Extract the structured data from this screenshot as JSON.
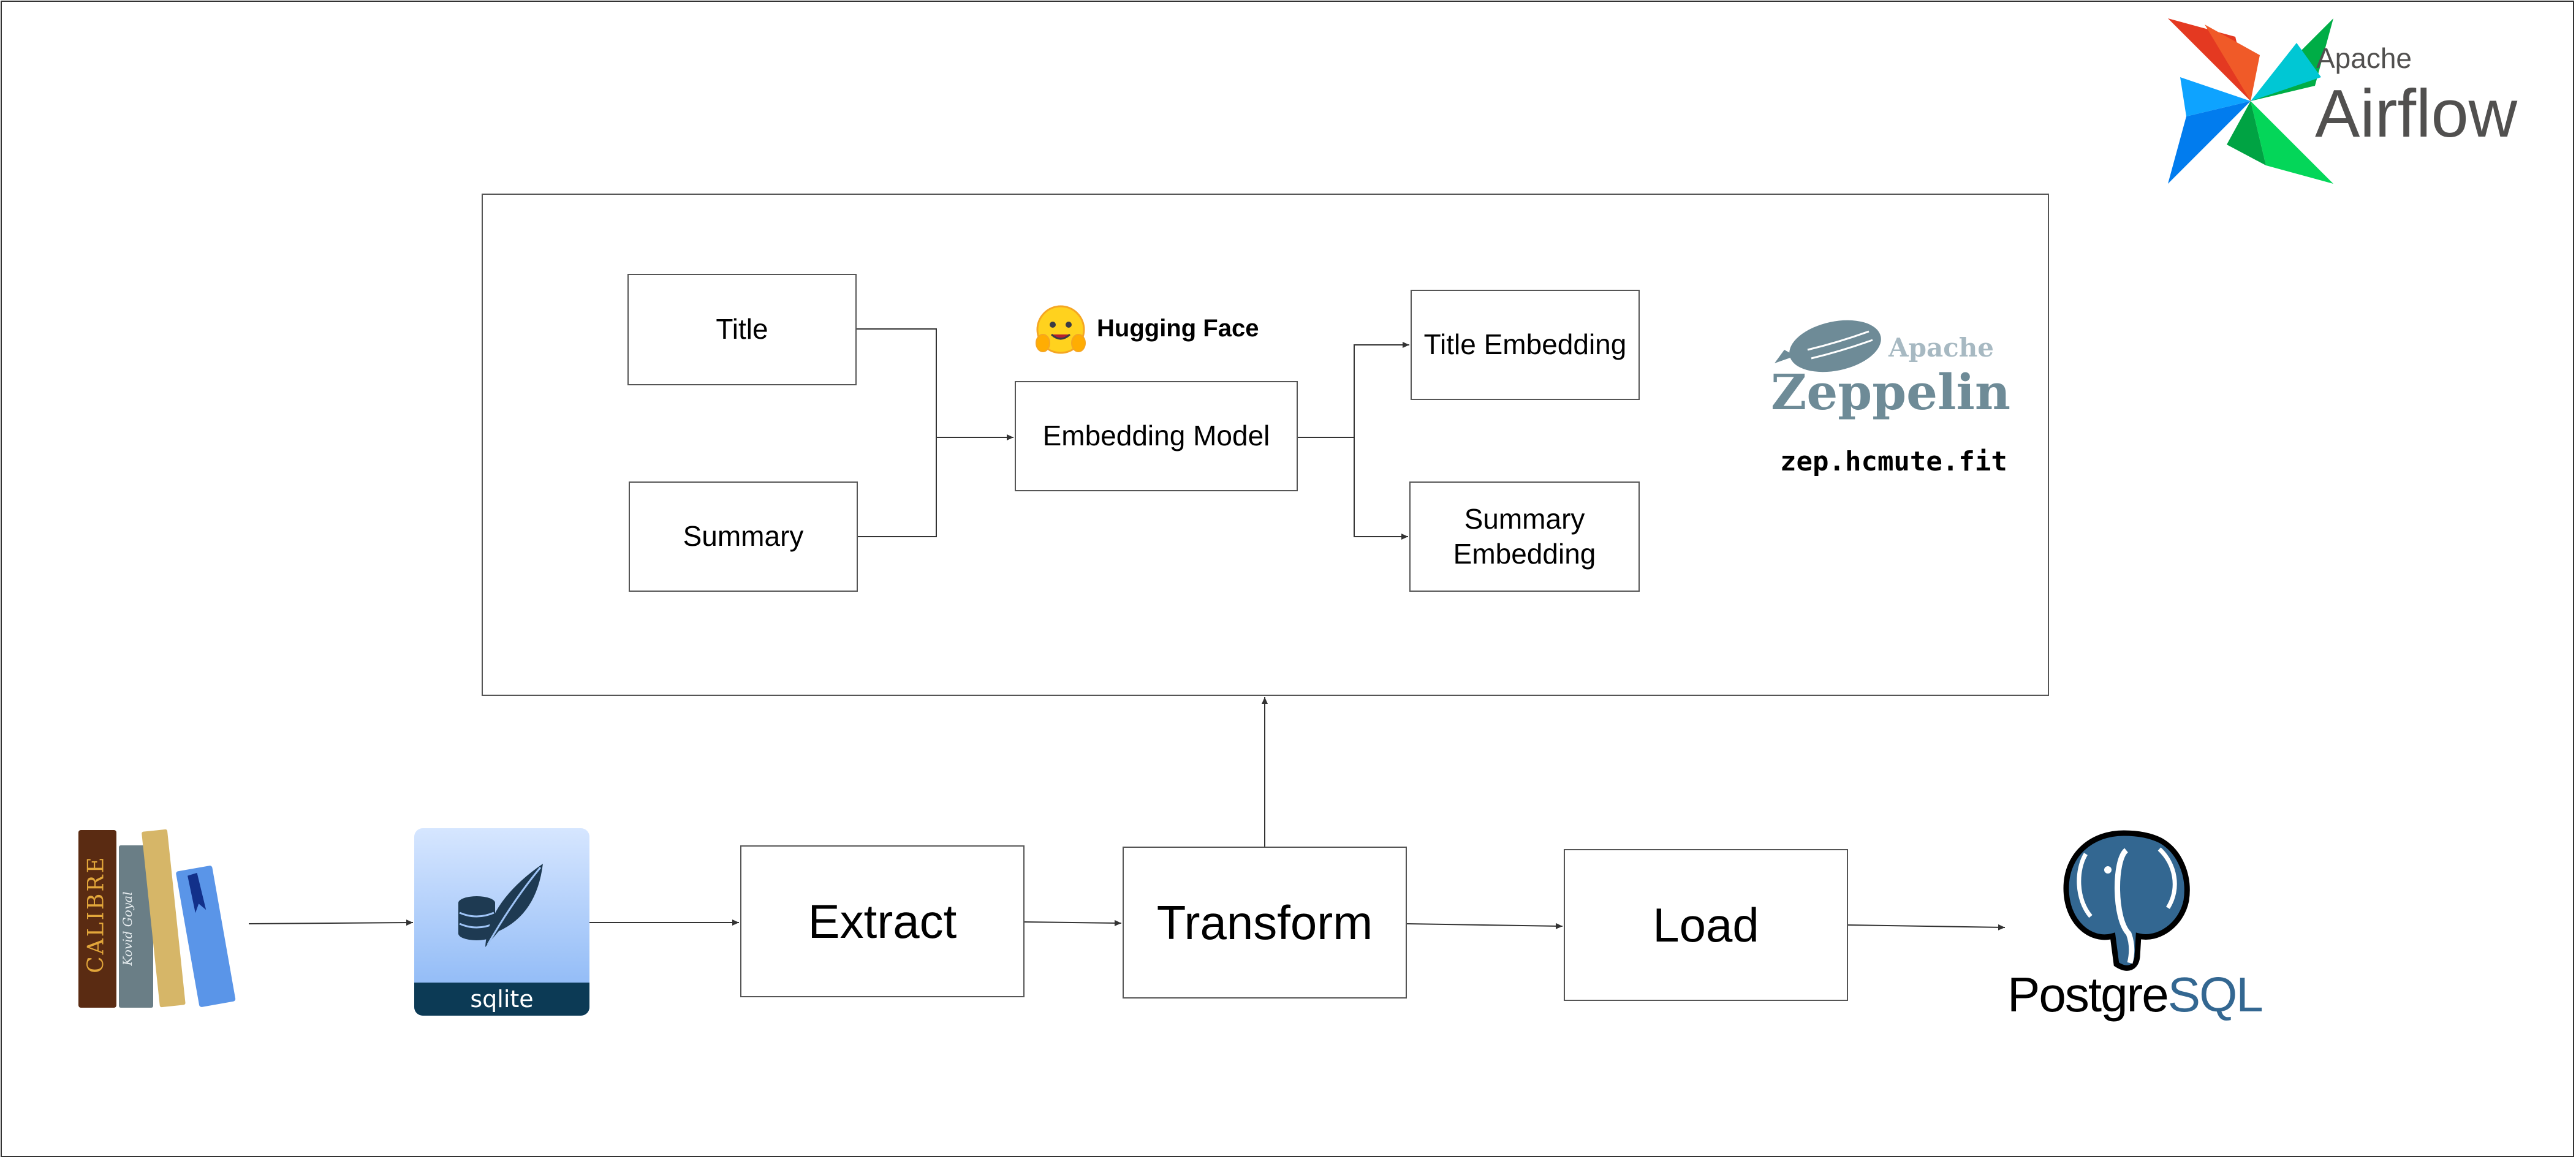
{
  "embedding_panel": {
    "inputs": {
      "title": "Title",
      "summary": "Summary"
    },
    "model": "Embedding Model",
    "model_provider": "Hugging Face",
    "outputs": {
      "title_embedding": "Title Embedding",
      "summary_embedding_line1": "Summary",
      "summary_embedding_line2": "Embedding"
    },
    "zeppelin": {
      "apache": "Apache",
      "name": "Zeppelin",
      "url": "zep.hcmute.fit"
    }
  },
  "pipeline": {
    "source_logo_text": "CALIBRE",
    "source_logo_subtext": "Kovid Goyal",
    "sqlite_label": "sqlite",
    "extract": "Extract",
    "transform": "Transform",
    "load": "Load",
    "postgres_left": "Postgre",
    "postgres_right": "SQL"
  },
  "orchestrator": {
    "apache": "Apache",
    "name": "Airflow"
  }
}
